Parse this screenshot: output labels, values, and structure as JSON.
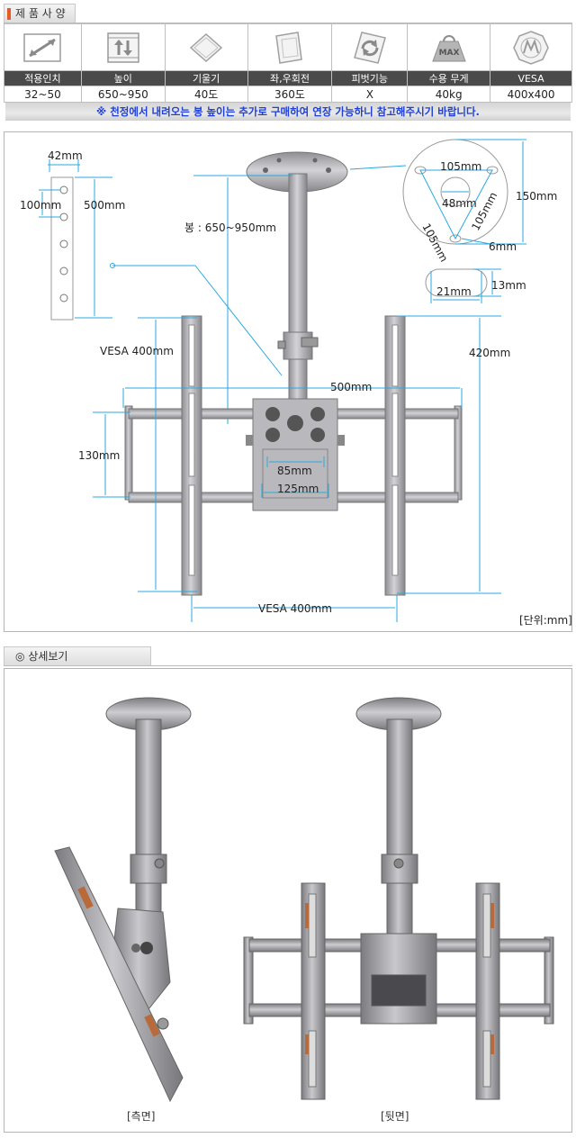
{
  "spec_section": {
    "title": "제 품 사 양",
    "columns": [
      {
        "icon": "diagonal-size-icon",
        "label": "적용인치",
        "value": "32~50"
      },
      {
        "icon": "height-adjust-icon",
        "label": "높이",
        "value": "650~950"
      },
      {
        "icon": "tilt-icon",
        "label": "기울기",
        "value": "40도"
      },
      {
        "icon": "swivel-icon",
        "label": "좌,우회전",
        "value": "360도"
      },
      {
        "icon": "pivot-rotate-icon",
        "label": "피벗기능",
        "value": "X"
      },
      {
        "icon": "max-weight-icon",
        "label": "수용 무게",
        "value": "40kg",
        "icon_text": "MAX"
      },
      {
        "icon": "vesa-icon",
        "label": "VESA",
        "value": "400x400"
      }
    ],
    "notice": "※ 천정에서 내려오는 봉 높이는 추가로 구매하여 연장 가능하니 참고해주시기 바랍니다."
  },
  "diagram": {
    "dims": {
      "d42": "42mm",
      "d100": "100mm",
      "d500_left": "500mm",
      "pole": "봉 : 650~950mm",
      "d105_top": "105mm",
      "d105_left": "105mm",
      "d105_right": "105mm",
      "d48": "48mm",
      "d150": "150mm",
      "d6": "6mm",
      "d21": "21mm",
      "d13": "13mm",
      "vesa_v": "VESA 400mm",
      "d420": "420mm",
      "d500": "500mm",
      "d130": "130mm",
      "d85": "85mm",
      "d125": "125mm",
      "vesa_h": "VESA 400mm"
    },
    "unit": "[단위:mm]"
  },
  "detail_section": {
    "title": "◎ 상세보기",
    "side_caption": "[측면]",
    "back_caption": "[뒷면]"
  },
  "colors": {
    "accent_blue": "#1e3fd8",
    "dim_line": "#29a9e0",
    "metal": "#a8a8ad",
    "tab_accent": "#e55a2b"
  }
}
